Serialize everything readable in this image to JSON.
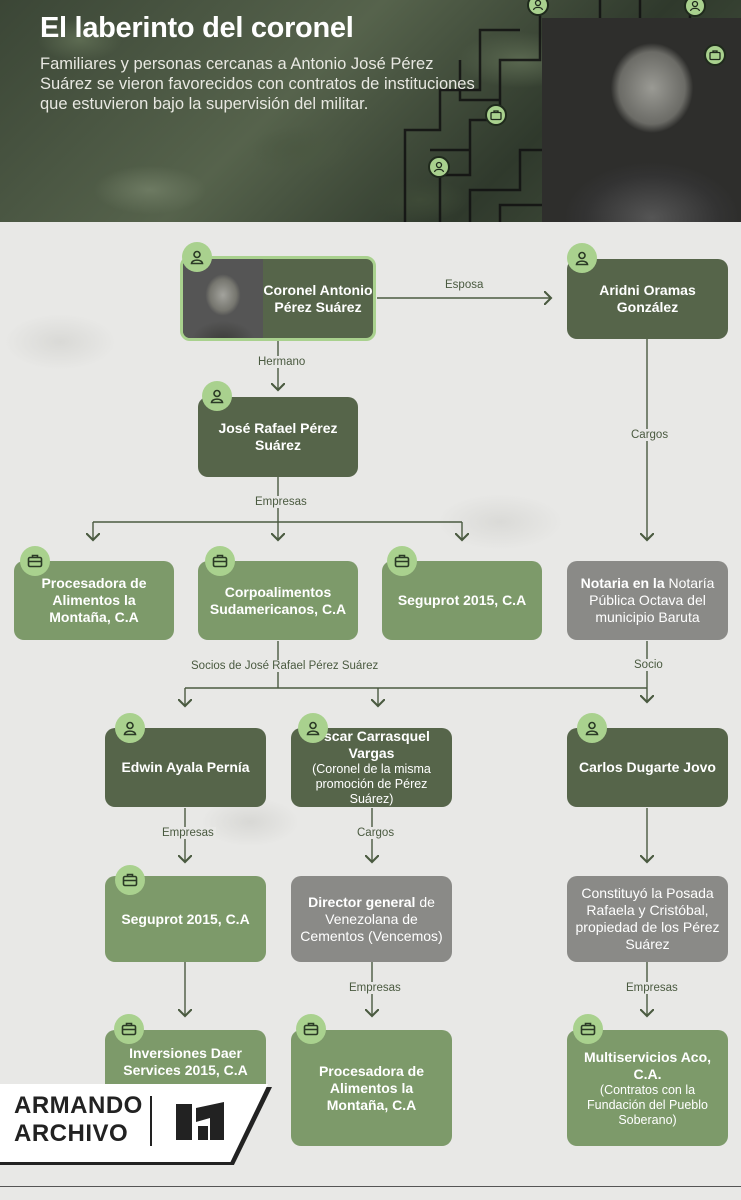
{
  "header": {
    "title": "El laberinto del coronel",
    "subtitle": "Familiares y personas cercanas a Antonio José Pérez Suárez se vieron favorecidos con contratos de instituciones que estuvieron bajo la supervisión del militar."
  },
  "nodes": {
    "coronel": "Coronel Antonio Pérez Suárez",
    "aridni": "Aridni Oramas González",
    "jose": "José Rafael Pérez Suárez",
    "procesadora1": "Procesadora de Alimentos la Montaña, C.A",
    "corpo": "Corpoalimentos Sudamericanos, C.A",
    "seguprot1": "Seguprot 2015, C.A",
    "notaria_bold": "Notaria en la",
    "notaria_rest": " Notaría Pública Octava del municipio Baruta",
    "edwin": "Edwin Ayala Pernía",
    "oscar": "Óscar Carrasquel Vargas",
    "oscar_sub": "(Coronel de la misma promoción de Pérez Suárez)",
    "carlos": "Carlos Dugarte Jovo",
    "seguprot2": "Seguprot 2015, C.A",
    "director_bold": "Director general",
    "director_rest": " de Venezolana de Cementos (Vencemos)",
    "posada": "Constituyó la Posada Rafaela y Cristóbal, propiedad de los Pérez Suárez",
    "inversiones": "Inversiones Daer Services 2015, C.A",
    "procesadora2": "Procesadora de Alimentos la Montaña, C.A",
    "multi": "Multiservicios Aco, C.A.",
    "multi_sub": "(Contratos con la Fundación del Pueblo Soberano)"
  },
  "edges": {
    "esposa": "Esposa",
    "hermano": "Hermano",
    "cargos1": "Cargos",
    "empresas1": "Empresas",
    "socios": "Socios de José Rafael Pérez Suárez",
    "socio": "Socio",
    "empresas2": "Empresas",
    "cargos2": "Cargos",
    "empresas3": "Empresas",
    "empresas4": "Empresas"
  },
  "logo": {
    "line1": "ARMANDO",
    "line2": "ARCHIVO"
  },
  "colors": {
    "dark_node": "#56654a",
    "light_node": "#7d9a6a",
    "grey_node": "#8a8a87",
    "icon_badge": "#a9d18e"
  },
  "icons": {
    "person": "person-icon",
    "company": "briefcase-icon"
  }
}
